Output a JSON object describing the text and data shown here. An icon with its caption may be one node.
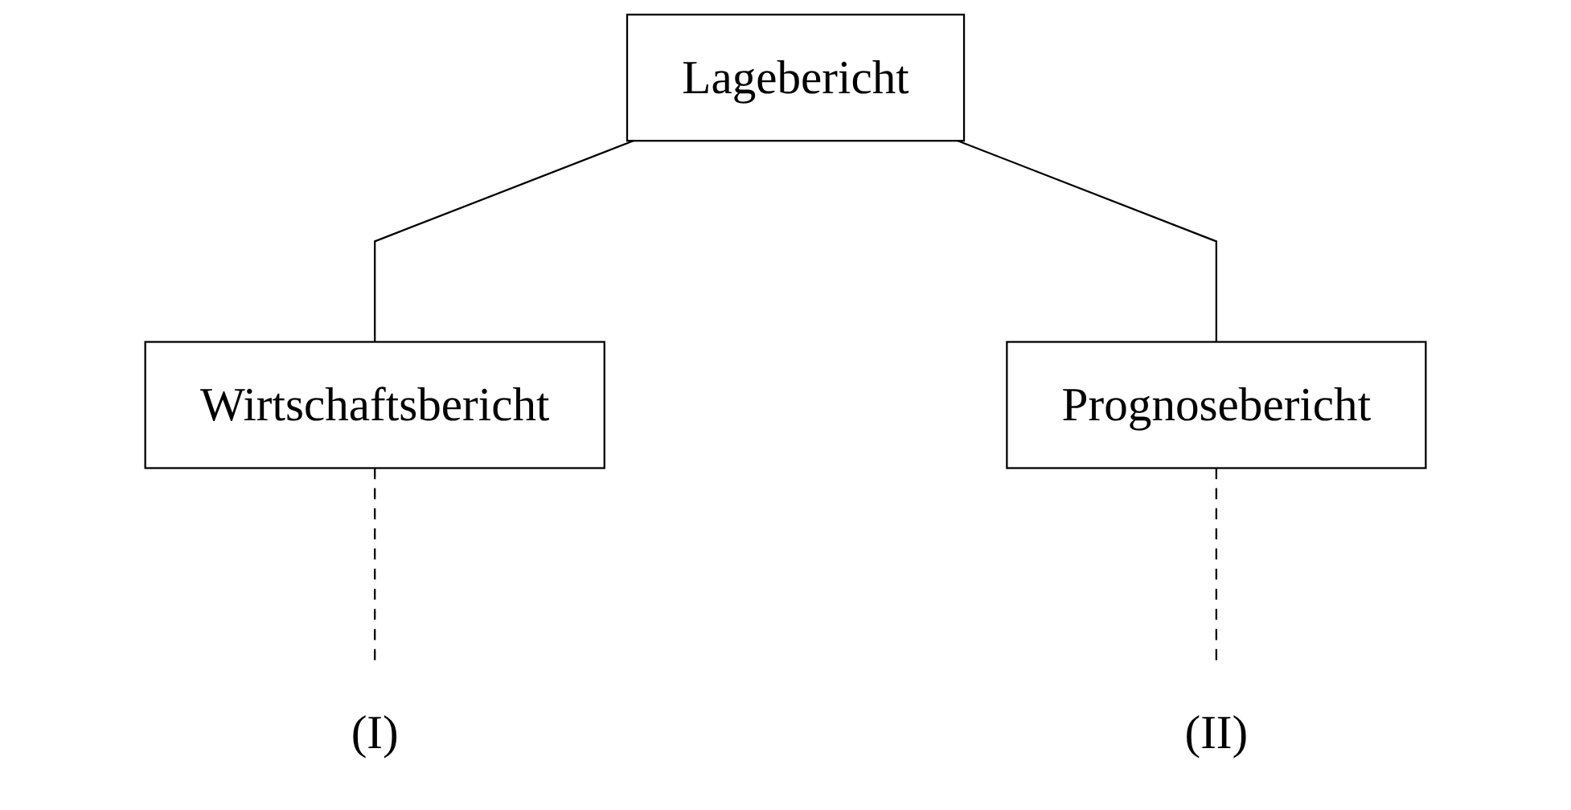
{
  "diagram": {
    "nodes": [
      {
        "text": [
          "Lagebericht"
        ]
      },
      {
        "text": [
          "Wirtschaftsbericht"
        ]
      },
      {
        "text": [
          "Prognosebericht"
        ]
      },
      {
        "text": [
          "(I)"
        ]
      },
      {
        "text": [
          "(II)"
        ]
      }
    ],
    "edges": [
      {
        "from": 0,
        "to": 1,
        "arrow": "none"
      },
      {
        "from": 0,
        "to": 2,
        "arrow": "none"
      },
      {
        "from": 1,
        "to": 3,
        "arrow": "none",
        "style": "dashed"
      },
      {
        "from": 2,
        "to": 4,
        "arrow": "none",
        "style": "dashed"
      }
    ]
  }
}
